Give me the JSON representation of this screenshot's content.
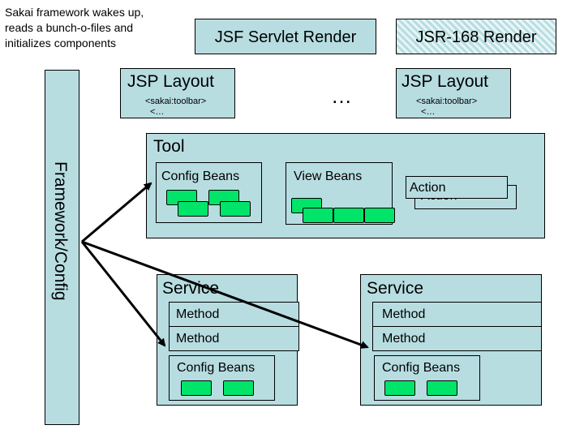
{
  "intro_text_lines": [
    "Sakai framework wakes up,",
    "reads a bunch-o-files and",
    "initializes components"
  ],
  "jsf_render": "JSF Servlet Render",
  "jsr_render": "JSR-168 Render",
  "left_layout": {
    "title": "JSP Layout",
    "line1": "<sakai:toolbar>",
    "line2": "<…"
  },
  "ellipsis": "…",
  "right_layout": {
    "title": "JSP Layout",
    "line1": "<sakai:toolbar>",
    "line2": "<…"
  },
  "framework_config": "Framework/Config",
  "tool": {
    "title": "Tool",
    "config_beans": "Config Beans",
    "view_beans": "View Beans",
    "action_front": "Action",
    "action_back": "Action"
  },
  "service_left": {
    "title": "Service",
    "methods": [
      "Method",
      "Method"
    ],
    "config_beans": "Config Beans"
  },
  "service_right": {
    "title": "Service",
    "methods": [
      "Method",
      "Method"
    ],
    "config_beans": "Config Beans"
  },
  "colors": {
    "panel": "#b7dde1",
    "bean": "#00e46a",
    "border": "#000000"
  }
}
